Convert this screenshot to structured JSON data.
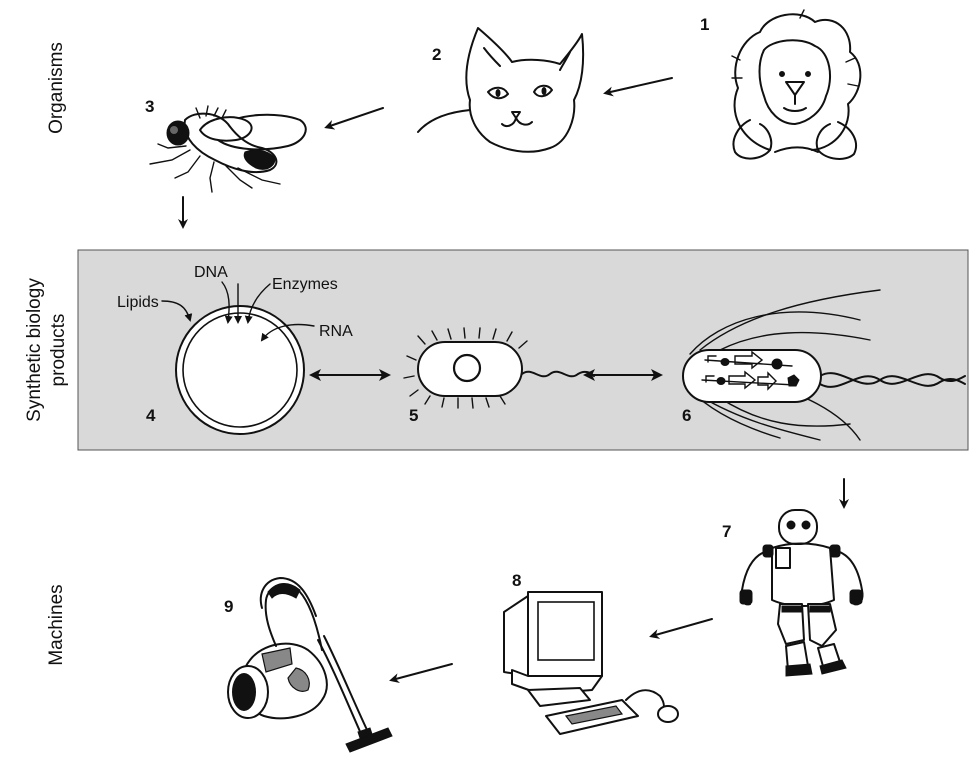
{
  "row_labels": {
    "organisms": "Organisms",
    "synthetic_line1": "Synthetic biology",
    "synthetic_line2": "products",
    "machines": "Machines"
  },
  "numbers": {
    "n1": "1",
    "n2": "2",
    "n3": "3",
    "n4": "4",
    "n5": "5",
    "n6": "6",
    "n7": "7",
    "n8": "8",
    "n9": "9"
  },
  "vesicle_labels": {
    "dna": "DNA",
    "enzymes": "Enzymes",
    "lipids": "Lipids",
    "rna": "RNA"
  },
  "colors": {
    "panel_fill": "#d9d9d9",
    "ink": "#111111",
    "background": "#ffffff"
  },
  "icons": [
    "lion-icon",
    "cat-icon",
    "fly-icon",
    "vesicle-icon",
    "bacterium-icon",
    "engineered-bacterium-icon",
    "robot-icon",
    "computer-icon",
    "vacuum-cleaner-icon"
  ]
}
